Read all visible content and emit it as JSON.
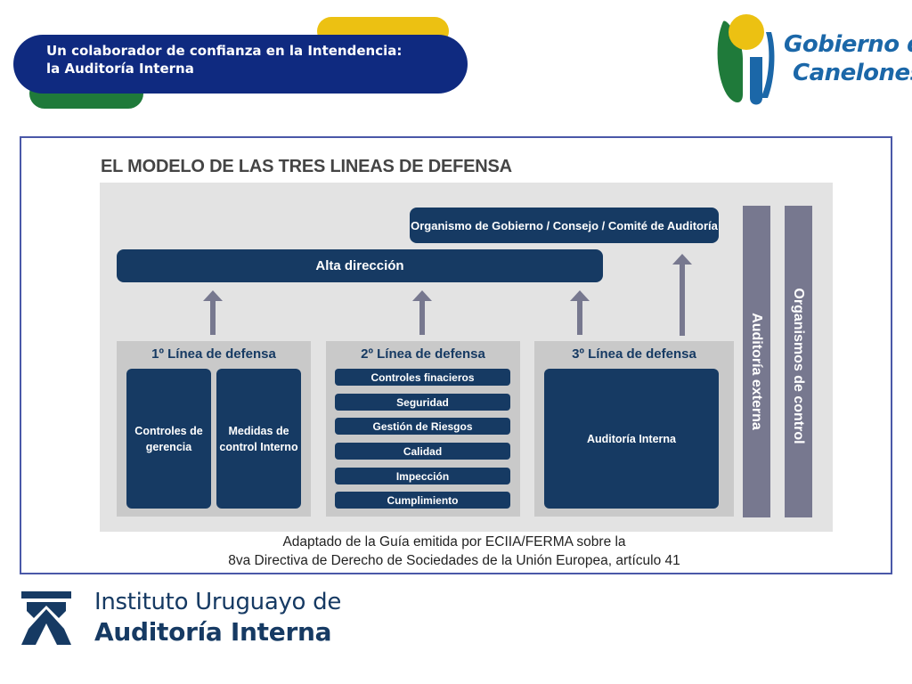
{
  "header": {
    "banner_line1": "Un colaborador de confianza en la Intendencia:",
    "banner_line2": "la Auditoría Interna",
    "logo_line1": "Gobierno de",
    "logo_line2": "Canelones"
  },
  "diagram": {
    "title": "EL MODELO DE LAS TRES LINEAS DE DEFENSA",
    "governing_body": "Organismo de Gobierno / Consejo / Comité de Auditoría",
    "senior_management": "Alta dirección",
    "line1": {
      "title": "1º Línea de defensa",
      "box1": "Controles de gerencia",
      "box2": "Medidas de control Interno"
    },
    "line2": {
      "title": "2º Línea de defensa",
      "items": [
        "Controles finacieros",
        "Seguridad",
        "Gestión de Riesgos",
        "Calidad",
        "Impección",
        "Cumplimiento"
      ]
    },
    "line3": {
      "title": "3º Línea de defensa",
      "box": "Auditoría Interna"
    },
    "external_audit": "Auditoría externa",
    "control_bodies": "Organismos de control",
    "source_line1": "Adaptado de la Guía emitida por ECIIA/FERMA sobre la",
    "source_line2": "8va Directiva de Derecho de Sociedades de la Unión Europea, artículo 41"
  },
  "footer": {
    "org_line1": "Instituto Uruguayo de",
    "org_line2": "Auditoría Interna"
  },
  "colors": {
    "navy": "#163a63",
    "banner_blue": "#0f2a80",
    "yellow": "#ecc112",
    "green": "#1f7a3a",
    "gray_bar": "#77788f"
  }
}
